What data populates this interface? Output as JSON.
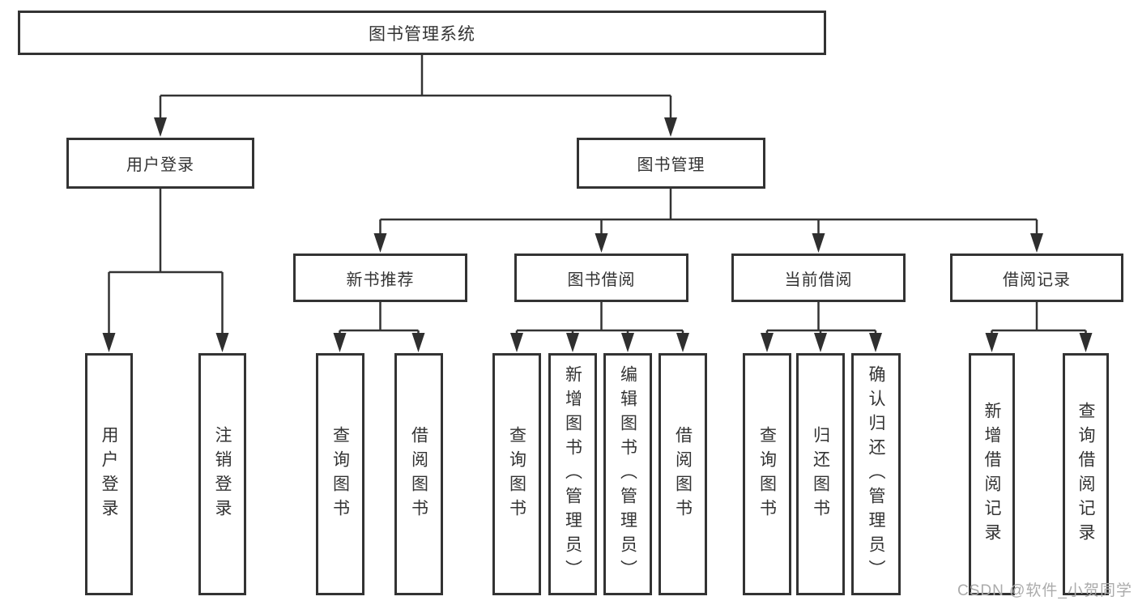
{
  "diagram": {
    "title": "图书管理系统",
    "type": "tree",
    "root": {
      "label": "图书管理系统"
    },
    "branches": [
      {
        "label": "用户登录",
        "children": [
          {
            "label": "用户登录"
          },
          {
            "label": "注销登录"
          }
        ]
      },
      {
        "label": "图书管理",
        "children": [
          {
            "label": "新书推荐",
            "children": [
              {
                "label": "查询图书"
              },
              {
                "label": "借阅图书"
              }
            ]
          },
          {
            "label": "图书借阅",
            "children": [
              {
                "label": "查询图书"
              },
              {
                "label": "新增图书（管理员）"
              },
              {
                "label": "编辑图书（管理员）"
              },
              {
                "label": "借阅图书"
              }
            ]
          },
          {
            "label": "当前借阅",
            "children": [
              {
                "label": "查询图书"
              },
              {
                "label": "归还图书"
              },
              {
                "label": "确认归还（管理员）"
              }
            ]
          },
          {
            "label": "借阅记录",
            "children": [
              {
                "label": "新增借阅记录"
              },
              {
                "label": "查询借阅记录"
              }
            ]
          }
        ]
      }
    ]
  },
  "watermark": {
    "text": "CSDN @软件_小贺同学"
  },
  "colors": {
    "line": "#333333",
    "text": "#333333",
    "background": "#ffffff",
    "watermark": "#ababab"
  }
}
